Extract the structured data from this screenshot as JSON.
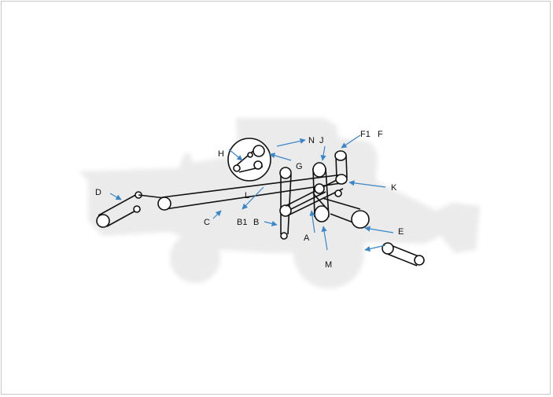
{
  "labels": {
    "A": "A",
    "B": "B",
    "B1": "B1",
    "C": "C",
    "D": "D",
    "E": "E",
    "F": "F",
    "F1": "F1",
    "G": "G",
    "H": "H",
    "J": "J",
    "K": "K",
    "L": "L",
    "M": "M",
    "N": "N"
  },
  "colors": {
    "silhouette": "#ebebeb",
    "arrow": "#3a86c8",
    "belt": "#111111"
  }
}
